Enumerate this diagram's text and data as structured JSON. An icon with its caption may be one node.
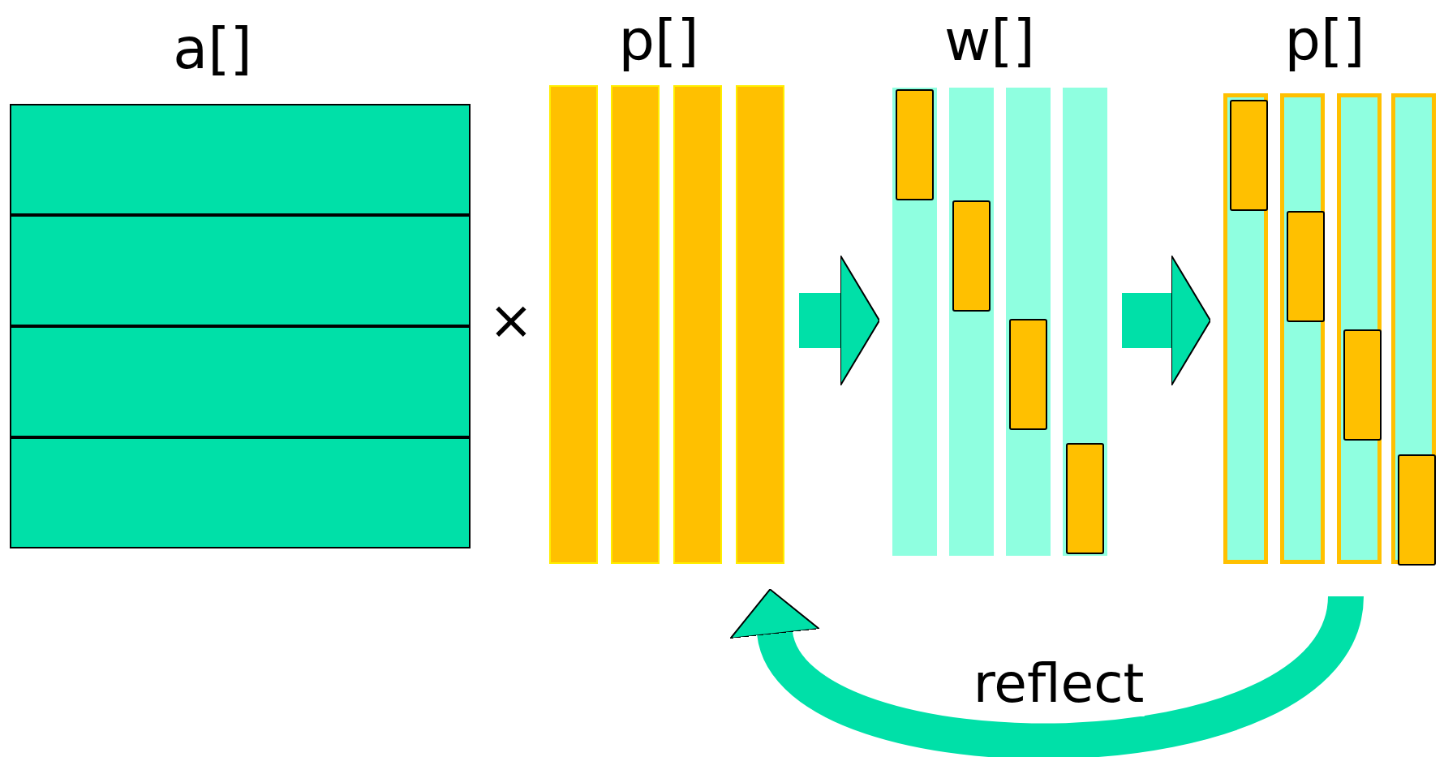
{
  "diagram": {
    "nodes": [
      {
        "text": [
          "a[]"
        ]
      },
      {
        "text": [],
        "shape": "bar",
        "in": 0
      },
      {
        "text": [],
        "shape": "bar",
        "in": 0
      },
      {
        "text": [],
        "shape": "bar",
        "in": 0
      },
      {
        "text": [],
        "shape": "bar",
        "in": 0
      },
      {
        "text": [
          "p[]"
        ]
      },
      {
        "text": [],
        "shape": "bar",
        "in": 5
      },
      {
        "text": [],
        "shape": "bar",
        "in": 5
      },
      {
        "text": [],
        "shape": "bar",
        "in": 5
      },
      {
        "text": [],
        "shape": "bar",
        "in": 5
      },
      {
        "text": [
          "w[]"
        ]
      },
      {
        "text": [],
        "shape": "bar",
        "in": 10
      },
      {
        "text": [],
        "shape": "box",
        "in": 11
      },
      {
        "text": [],
        "shape": "bar",
        "in": 10
      },
      {
        "text": [],
        "shape": "box",
        "in": 13
      },
      {
        "text": [],
        "shape": "bar",
        "in": 10
      },
      {
        "text": [],
        "shape": "box",
        "in": 15
      },
      {
        "text": [],
        "shape": "bar",
        "in": 10
      },
      {
        "text": [],
        "shape": "box",
        "in": 17
      },
      {
        "text": [
          "p[]"
        ]
      },
      {
        "text": [],
        "shape": "bar",
        "in": 19
      },
      {
        "text": [],
        "shape": "box",
        "in": 20
      },
      {
        "text": [],
        "shape": "bar",
        "in": 19
      },
      {
        "text": [],
        "shape": "box",
        "in": 22
      },
      {
        "text": [],
        "shape": "bar",
        "in": 19
      },
      {
        "text": [],
        "shape": "box",
        "in": 24
      },
      {
        "text": [],
        "shape": "bar",
        "in": 19
      },
      {
        "text": [],
        "shape": "box",
        "in": 26
      }
    ],
    "edges": [
      {
        "from": 5,
        "to": 10,
        "arrow": "to"
      },
      {
        "from": 10,
        "to": 19,
        "arrow": "to"
      },
      {
        "from": 19,
        "to": 5,
        "arrow": "to",
        "label": "reflect"
      }
    ],
    "labels": [
      "×"
    ]
  }
}
